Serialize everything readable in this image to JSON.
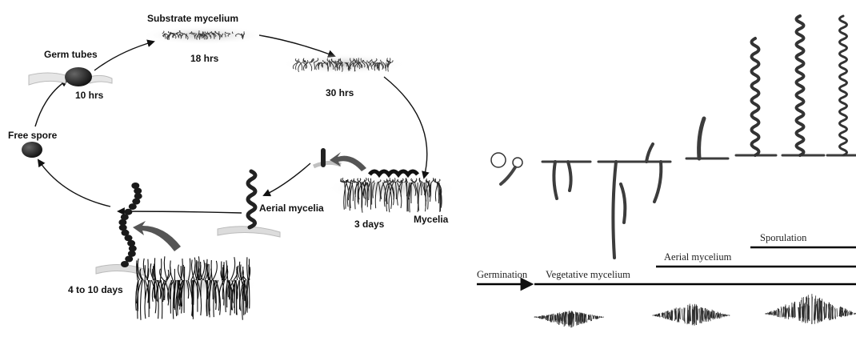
{
  "left_cycle": {
    "labels": {
      "substrate_mycelium": "Substrate mycelium",
      "germ_tubes": "Germ tubes",
      "free_spore": "Free spore",
      "aerial_mycelia": "Aerial mycelia",
      "mycelia": "Mycelia"
    },
    "times": {
      "t18": "18 hrs",
      "t10": "10 hrs",
      "t30": "30 hrs",
      "t3d": "3 days",
      "t4to10": "4 to 10 days"
    }
  },
  "right_timeline": {
    "stages": {
      "germination": "Germination",
      "vegetative": "Vegetative mycelium",
      "aerial": "Aerial mycelium",
      "sporulation": "Sporulation"
    }
  },
  "colors": {
    "ink": "#111111",
    "hypha": "#3c3c3c",
    "shade": "#bcbcbc"
  }
}
